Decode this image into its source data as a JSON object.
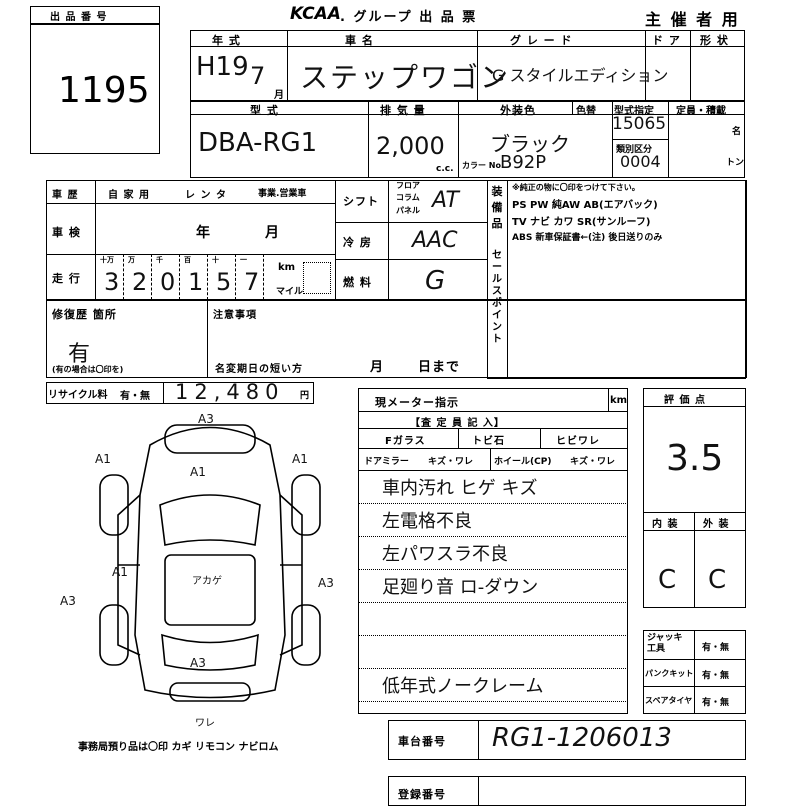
{
  "header": {
    "lot_label": "出 品 番 号",
    "lot_number": "1195",
    "brand": "KCAA",
    "form_title": ". グループ 出 品 票",
    "organizer": "主 催 者 用"
  },
  "vehicle": {
    "year_label": "年 式",
    "year_value": "H19",
    "month_value": "7",
    "month_unit": "月",
    "name_label": "車 名",
    "name_value": "ステップワゴン",
    "grade_label": "グ レ ー ド",
    "grade_value": "G スタイルエディション",
    "door_label": "ド ア",
    "shape_label": "形 状",
    "model_label": "型 式",
    "model_value": "DBA-RG1",
    "displacement_label": "排 気 量",
    "displacement_value": "2,000",
    "displacement_unit": "c.c.",
    "color_label": "外装色",
    "color_change_label": "色替",
    "color_value": "ブラック",
    "color_code_label": "カラー No.",
    "color_code_value": "B92P",
    "type_designation_label": "型式指定",
    "type_designation_value": "15065",
    "category_label": "類別区分",
    "category_value": "0004",
    "capacity_label": "定員・積載",
    "capacity_unit1": "名",
    "capacity_unit2": "トン"
  },
  "history": {
    "history_label": "車 歴",
    "private_label": "自 家 用",
    "rental_label": "レ ン タ",
    "business_label": "事業.営業車",
    "inspection_label": "車 検",
    "inspection_year": "年",
    "inspection_month": "月",
    "mileage_label": "走 行",
    "mileage_units": [
      "十万",
      "万",
      "千",
      "百",
      "十",
      "一"
    ],
    "mileage_digits": [
      "3",
      "2",
      "0",
      "1",
      "5",
      "7"
    ],
    "km_label": "km",
    "mile_label": "マイル",
    "shift_label": "シフト",
    "shift_options": [
      "フロア",
      "コラム",
      "パネル"
    ],
    "shift_value": "AT",
    "ac_label": "冷 房",
    "ac_value": "AAC",
    "fuel_label": "燃 料",
    "fuel_value": "G",
    "equipment_label": "装 備 品",
    "equipment_note": "※純正の物に〇印をつけて下さい。",
    "equipment_row1": "PS PW 純AW AB(エアバック)",
    "equipment_row2": "TV ナビ カワ SR(サンルーフ)",
    "equipment_row3": "ABS 新車保証書←(注) 後日送りのみ",
    "sales_point_label": "セールスポイント"
  },
  "repair": {
    "repair_label": "修復歴 箇所",
    "repair_value": "有",
    "repair_note": "(有の場合は〇印を)",
    "notes_label": "注意事項",
    "title_change_label": "名変期日の短い方",
    "month_label": "月",
    "day_label": "日まで"
  },
  "recycle": {
    "label": "リサイクル料",
    "options": "有・無",
    "amount": "12,480",
    "unit": "円"
  },
  "diagram": {
    "marks": [
      "A3",
      "A1",
      "A1",
      "A1",
      "A3",
      "A3",
      "A3",
      "A1",
      "アカゲ",
      "ワレ"
    ],
    "office_note": "事務局預り品は〇印 カギ リモコン ナビロム"
  },
  "inspector": {
    "meter_label": "現メーター指示",
    "meter_unit": "km",
    "section_title": "【査 定 員 記 入】",
    "fglass_label": "Fガラス",
    "tobi_label": "トビ石",
    "hibi_label": "ヒビワレ",
    "mirror_label": "ドアミラー",
    "mirror_options": "キズ・ワレ",
    "wheel_label": "ホイール(CP)",
    "wheel_options": "キズ・ワレ",
    "notes": [
      "車内汚れ ヒゲ キズ",
      "左電格不良",
      "左パワスラ不良",
      "足廻り音 ロ-ダウン",
      "",
      "",
      "低年式ノークレーム"
    ]
  },
  "grade": {
    "score_label": "評 価 点",
    "score_value": "3.5",
    "interior_label": "内 装",
    "exterior_label": "外 装",
    "interior_value": "C",
    "exterior_value": "C"
  },
  "tools": {
    "jack_label": "ジャッキ 工具",
    "jack_options": "有・無",
    "puncture_label": "パンクキット",
    "puncture_options": "有・無",
    "spare_label": "スペアタイヤ",
    "spare_options": "有・無"
  },
  "chassis": {
    "label": "車台番号",
    "value": "RG1-1206013"
  },
  "registration": {
    "label": "登録番号"
  }
}
